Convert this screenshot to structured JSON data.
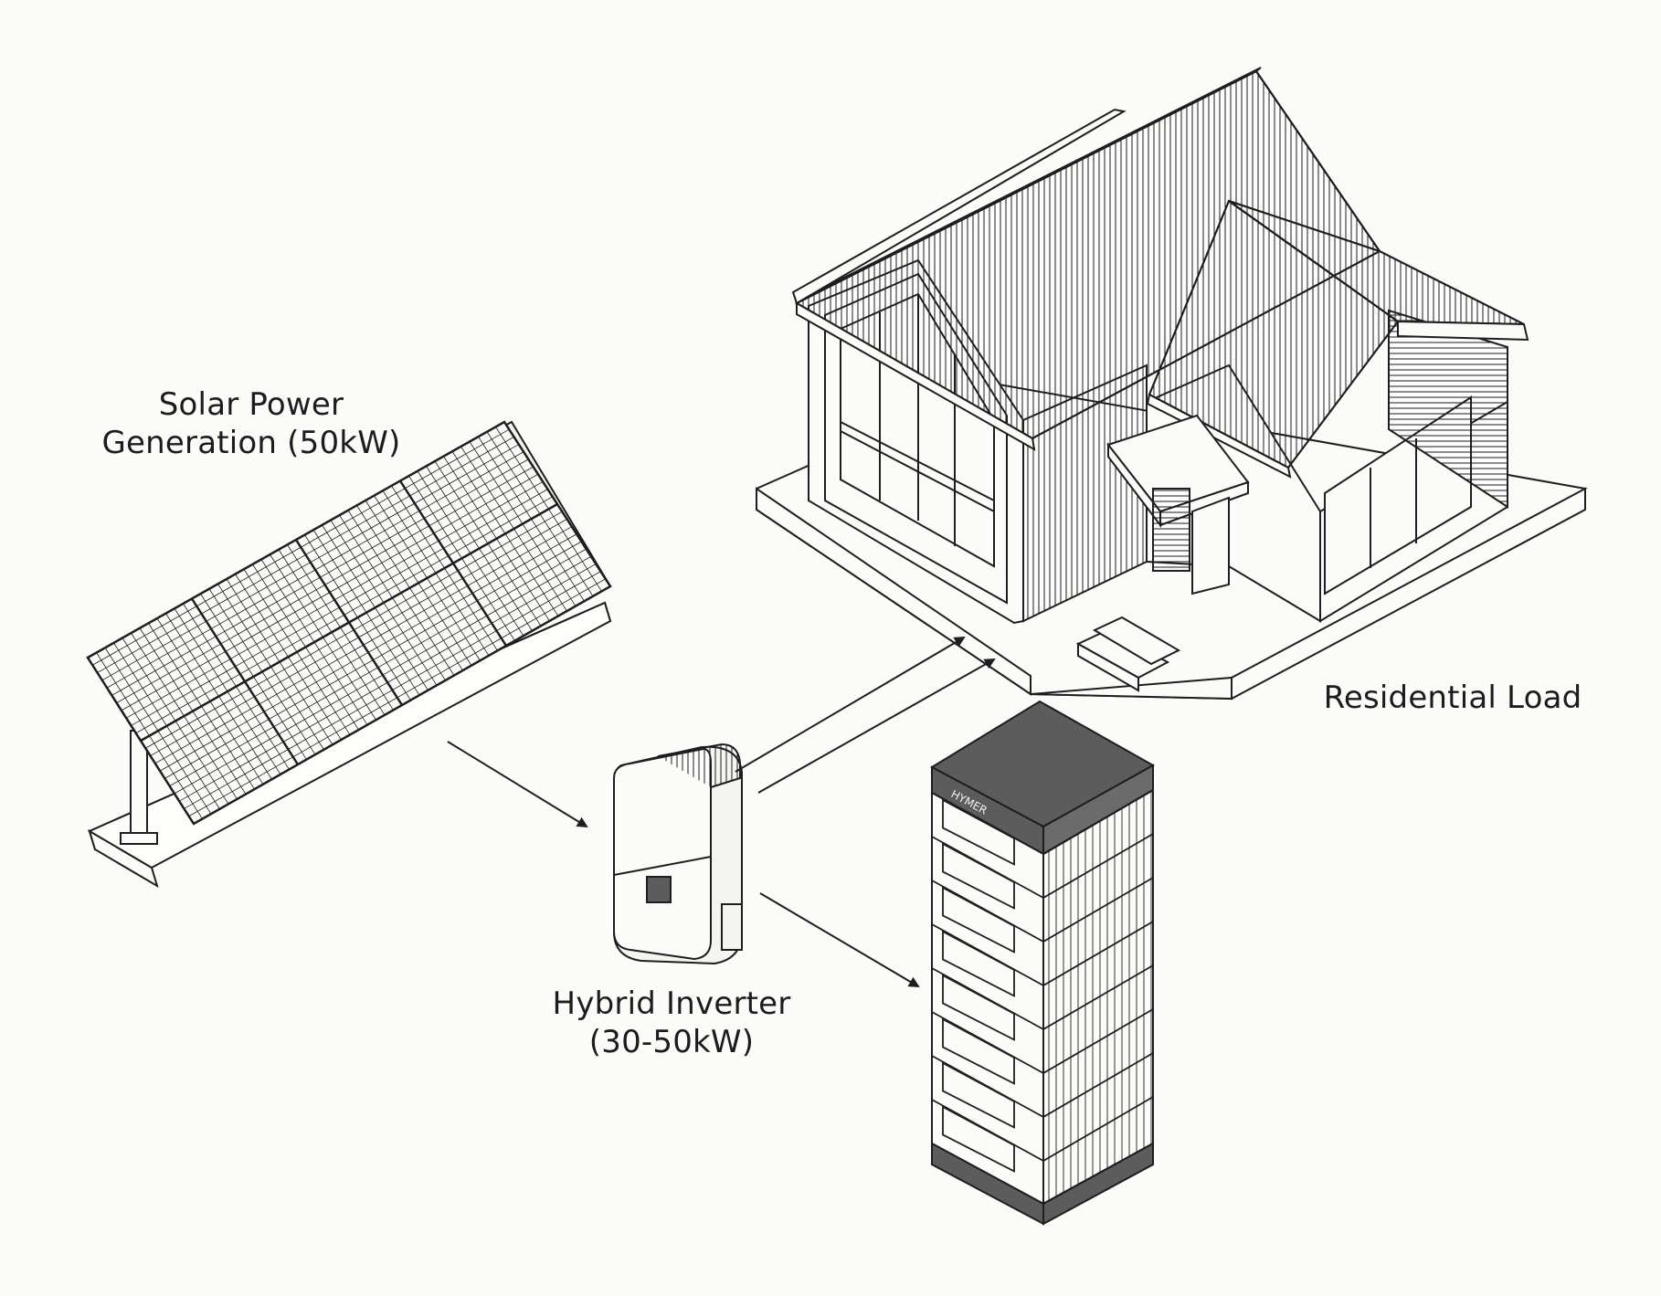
{
  "labels": {
    "solar": [
      "Solar Power",
      "Generation (50kW)"
    ],
    "inverter": [
      "Hybrid Inverter",
      "(30-50kW)"
    ],
    "residential": "Residential Load"
  },
  "battery": {
    "brand": "HYMER",
    "modules": 8
  },
  "colors": {
    "ink": "#1e1e1e",
    "background": "#fbfbf9",
    "battery_cap": "#5c5c5c",
    "battery_base": "#5c5c5c"
  },
  "icons": {
    "solar_panel": "solar-panel-icon",
    "inverter": "inverter-icon",
    "house": "house-icon",
    "battery": "battery-stack-icon"
  }
}
